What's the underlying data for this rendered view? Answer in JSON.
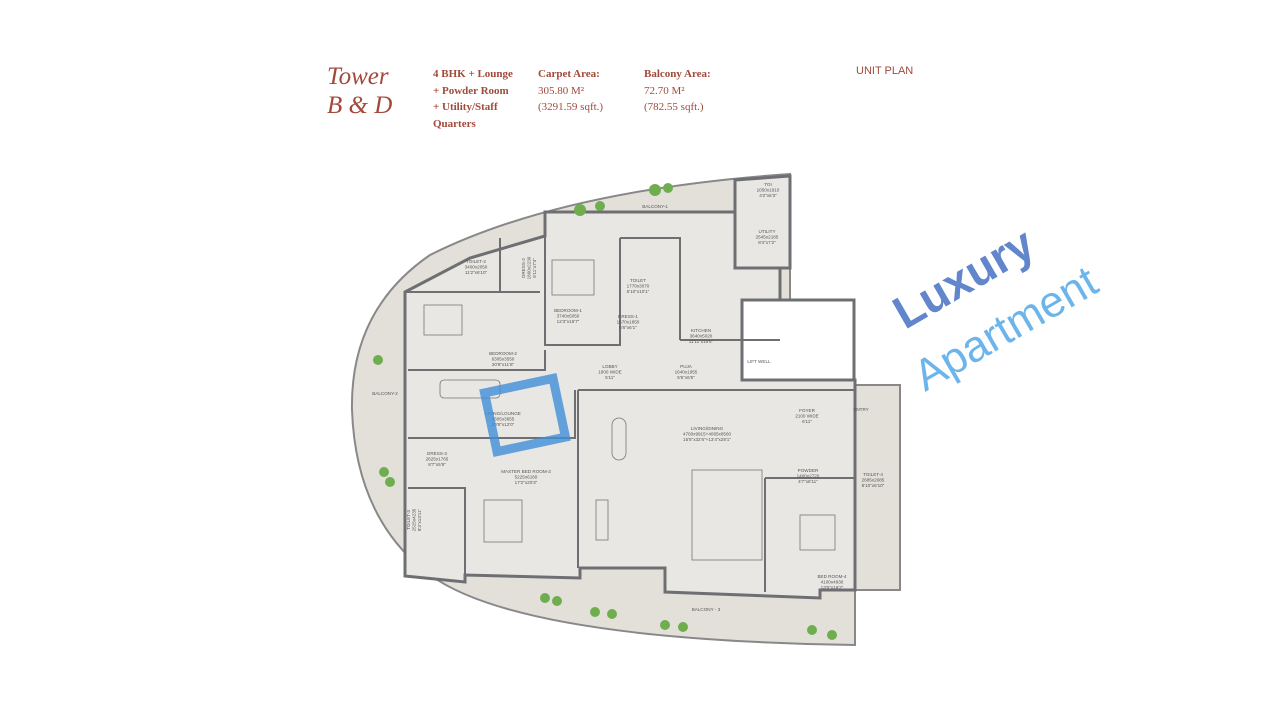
{
  "header": {
    "title_line1": "Tower",
    "title_line2": "B & D",
    "config": [
      "4 BHK + Lounge",
      "+ Powder Room",
      "+ Utility/Staff",
      "Quarters"
    ],
    "carpet_area": {
      "label": "Carpet Area:",
      "metric": "305.80 M²",
      "imperial": "(3291.59 sqft.)"
    },
    "balcony_area": {
      "label": "Balcony Area:",
      "metric": "72.70 M²",
      "imperial": "(782.55 sqft.)"
    },
    "unit_plan": "UNIT PLAN"
  },
  "colors": {
    "accent": "#a2493b",
    "floor": "#e8e7e3",
    "balcony": "#e3e0da",
    "wall": "#8a8b8d",
    "watermark": "#3f8fd8"
  },
  "watermark": {
    "line1": "Luxury",
    "line2": "Apartment"
  },
  "rooms": [
    {
      "name": "BALCONY-1"
    },
    {
      "name": "TOI",
      "dims": "1050x1910",
      "imperial": "4'2\"x6'3\""
    },
    {
      "name": "UTILITY",
      "dims": "2545x2185",
      "imperial": "8'4\"x7'2\""
    },
    {
      "name": "TOILET-2",
      "dims": "3400x2050",
      "imperial": "11'2\"x6'10\""
    },
    {
      "name": "DRESS-2",
      "dims": "1800x2230",
      "imperial": "5'11\"x7'4\""
    },
    {
      "name": "BEDROOM-1",
      "dims": "3740x5050",
      "imperial": "12'3\"x16'7\""
    },
    {
      "name": "TOILET",
      "dims": "1770x3070",
      "imperial": "5'10\"x10'1\""
    },
    {
      "name": "DRESS-1",
      "dims": "1670x1850",
      "imperial": "5'6\"x6'1\""
    },
    {
      "name": "KITCHEN",
      "dims": "3640x5020",
      "imperial": "11'11\"x16'6\""
    },
    {
      "name": "BEDROOM-2",
      "dims": "6305x3550",
      "imperial": "20'8\"x11'8\""
    },
    {
      "name": "LOBBY",
      "dims": "1800 WIDE",
      "imperial": "5'11\""
    },
    {
      "name": "PUJA",
      "dims": "1640x1955",
      "imperial": "5'5\"x6'5\""
    },
    {
      "name": "LIFT WELL"
    },
    {
      "name": "BALCONY-2"
    },
    {
      "name": "LIVING/LOUNGE",
      "dims": "6305x3655",
      "imperial": "20'8\"x12'0\""
    },
    {
      "name": "LIVING/DINING",
      "dims": "4700x9915+4065x8560",
      "imperial": "15'5\"x32'6\"+13'4\"x28'1\""
    },
    {
      "name": "FOYER",
      "dims": "2100 WIDE",
      "imperial": "6'11\""
    },
    {
      "name": "ENTRY"
    },
    {
      "name": "DRESS-3",
      "dims": "2625x1765",
      "imperial": "8'7\"x5'9\""
    },
    {
      "name": "MASTER BED ROOM-3",
      "dims": "5225x6160",
      "imperial": "17'2\"x20'3\""
    },
    {
      "name": "POWDER",
      "dims": "1400x2720",
      "imperial": "4'7\"x8'11\""
    },
    {
      "name": "TOILET-4",
      "dims": "2685x2085",
      "imperial": "8'10\"x6'10\""
    },
    {
      "name": "TOILET-3",
      "dims": "2525x4235",
      "imperial": "8'3\"x13'11\""
    },
    {
      "name": "BED ROOM-4",
      "dims": "4100x4930",
      "imperial": "13'5\"x16'2\""
    },
    {
      "name": "BALCONY - 3"
    }
  ]
}
